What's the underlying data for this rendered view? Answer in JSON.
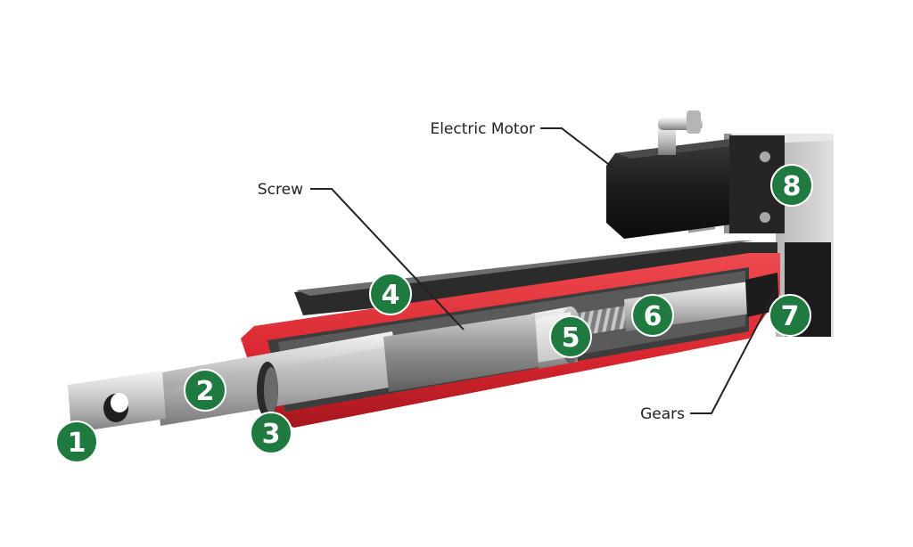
{
  "labels": {
    "motor": "Electric Motor",
    "screw": "Screw",
    "gears": "Gears"
  },
  "badges": [
    "1",
    "2",
    "3",
    "4",
    "5",
    "6",
    "7",
    "8"
  ],
  "colors": {
    "badge": "#1e7a3e",
    "housing_red": "#d8262f",
    "metal": "#c9c9c9",
    "motor_black": "#1b1b1b",
    "leader": "#222222"
  }
}
